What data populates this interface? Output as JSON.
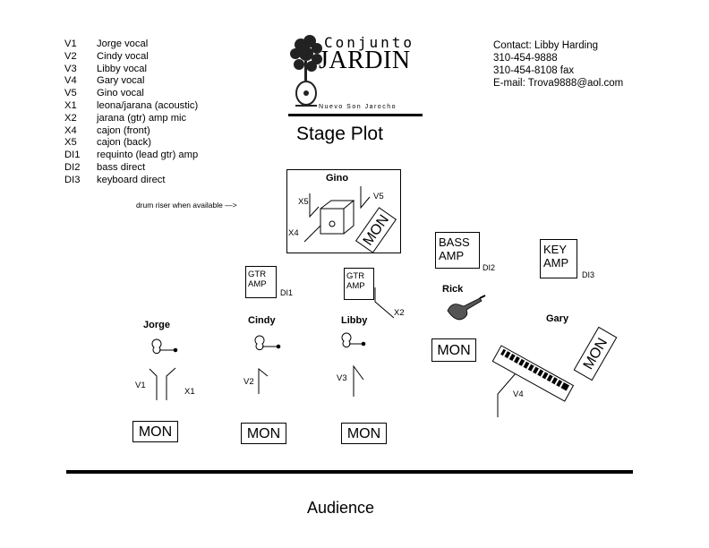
{
  "inputs": [
    {
      "code": "V1",
      "desc": "Jorge vocal"
    },
    {
      "code": "V2",
      "desc": "Cindy vocal"
    },
    {
      "code": "V3",
      "desc": "Libby vocal"
    },
    {
      "code": "V4",
      "desc": "Gary vocal"
    },
    {
      "code": "V5",
      "desc": "Gino vocal"
    },
    {
      "code": "X1",
      "desc": "leona/jarana (acoustic)"
    },
    {
      "code": "X2",
      "desc": "jarana  (gtr) amp mic"
    },
    {
      "code": "X4",
      "desc": "cajon (front)"
    },
    {
      "code": "X5",
      "desc": "cajon (back)"
    },
    {
      "code": "DI1",
      "desc": "requinto (lead gtr) amp"
    },
    {
      "code": "DI2",
      "desc": "bass direct"
    },
    {
      "code": "DI3",
      "desc": "keyboard direct"
    }
  ],
  "contact": {
    "name": "Contact: Libby Harding",
    "phone": "310-454-9888",
    "fax": "310-454-8108 fax",
    "email": "E-mail: Trova9888@aol.com"
  },
  "logo": {
    "line1": "Conjunto",
    "line2": "JARDIN",
    "tagline": "Nuevo Son Jarocho"
  },
  "title": "Stage Plot",
  "riser_note": "drum riser when available —>",
  "performers": {
    "gino": "Gino",
    "jorge": "Jorge",
    "cindy": "Cindy",
    "libby": "Libby",
    "rick": "Rick",
    "gary": "Gary"
  },
  "mics": {
    "v1": "V1",
    "v2": "V2",
    "v3": "V3",
    "v4": "V4",
    "v5": "V5",
    "x1": "X1",
    "x2": "X2",
    "x4": "X4",
    "x5": "X5"
  },
  "amps": {
    "gtr1": [
      "GTR",
      "AMP"
    ],
    "gtr2": [
      "GTR",
      "AMP"
    ],
    "bass": [
      "BASS",
      "AMP"
    ],
    "key": [
      "KEY",
      "AMP"
    ]
  },
  "di": {
    "di1": "DI1",
    "di2": "DI2",
    "di3": "DI3"
  },
  "monitor_label": "MON",
  "audience": "Audience"
}
